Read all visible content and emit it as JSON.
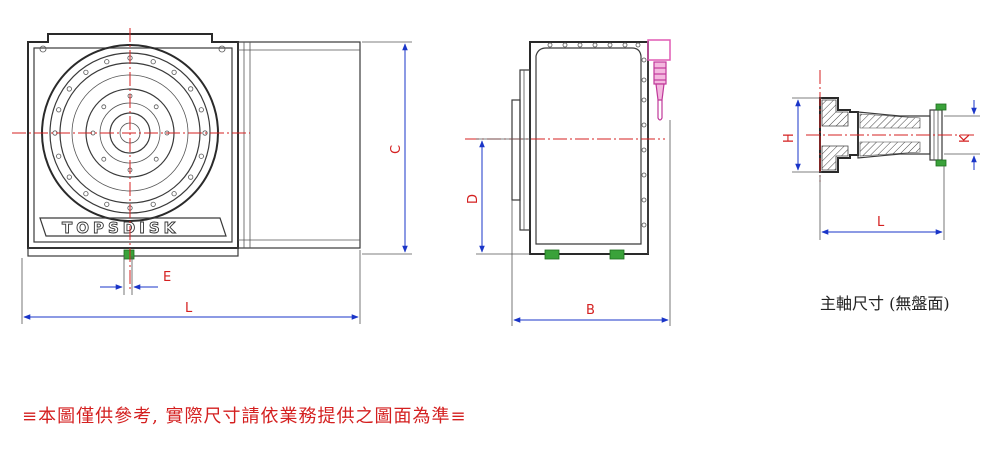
{
  "dimension_labels": {
    "front_c": "C",
    "front_e": "E",
    "front_l": "L",
    "side_d": "D",
    "side_b": "B",
    "spindle_h": "H",
    "spindle_k": "K",
    "spindle_l": "L"
  },
  "logo_text": "TOPSDISK",
  "spindle_caption": "主軸尺寸 (無盤面)",
  "notice": "≡本圖僅供參考, 實際尺寸請依業務提供之圖面為準≡",
  "colors": {
    "dimension_line": "#1a35c8",
    "label_text": "#d42020",
    "center_line": "#d42020",
    "outline": "#3a3a3a",
    "fitting_green": "#3aa23a",
    "fitting_pink": "#e05ab4"
  }
}
